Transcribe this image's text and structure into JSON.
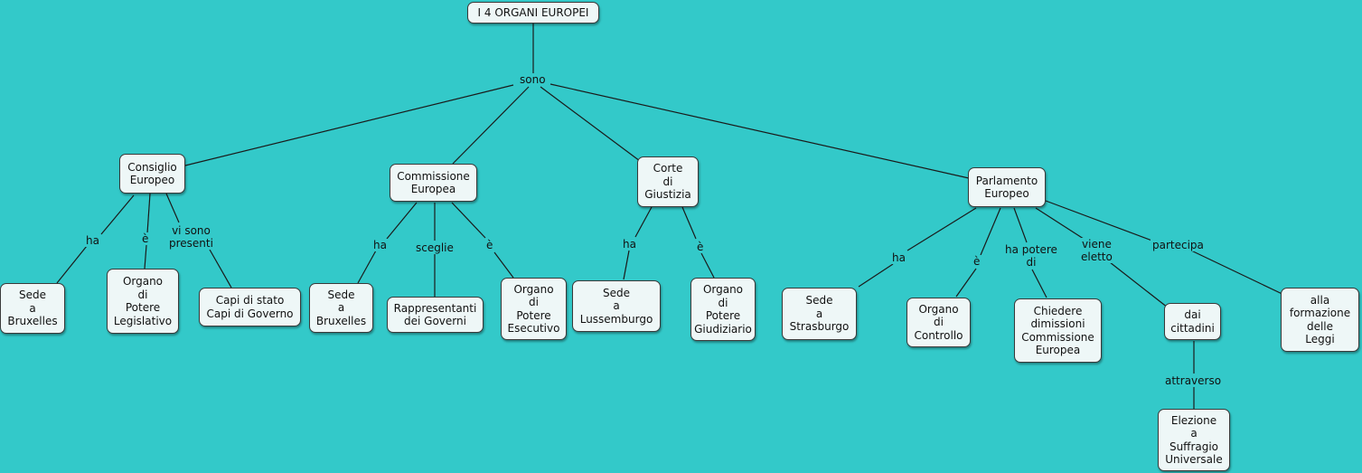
{
  "title": "I 4 ORGANI EUROPEI",
  "root_link": "sono",
  "organs": {
    "consiglio": {
      "name": "Consiglio\nEuropeo",
      "links": [
        "ha",
        "è",
        "vi sono\npresenti"
      ],
      "targets": [
        "Sede\na\nBruxelles",
        "Organo\ndi\nPotere\nLegislativo",
        "Capi di stato\nCapi di Governo"
      ]
    },
    "commissione": {
      "name": "Commissione\nEuropea",
      "links": [
        "ha",
        "sceglie",
        "è"
      ],
      "targets": [
        "Sede\na\nBruxelles",
        "Rappresentanti\ndei Governi",
        "Organo\ndi\nPotere\nEsecutivo"
      ]
    },
    "corte": {
      "name": "Corte\ndi\nGiustizia",
      "links": [
        "ha",
        "è"
      ],
      "targets": [
        "Sede\na\nLussemburgo",
        "Organo\ndi\nPotere\nGiudiziario"
      ]
    },
    "parlamento": {
      "name": "Parlamento\nEuropeo",
      "links": [
        "ha",
        "è",
        "ha potere\ndi",
        "viene\neletto",
        "partecipa"
      ],
      "targets": [
        "Sede\na\nStrasburgo",
        "Organo\ndi\nControllo",
        "Chiedere\ndimissioni\nCommissione\nEuropea",
        "dai\ncittadini",
        "alla\nformazione\ndelle\nLeggi"
      ]
    }
  },
  "cittadini_link": "attraverso",
  "cittadini_target": "Elezione\na\nSuffragio\nUniversale"
}
